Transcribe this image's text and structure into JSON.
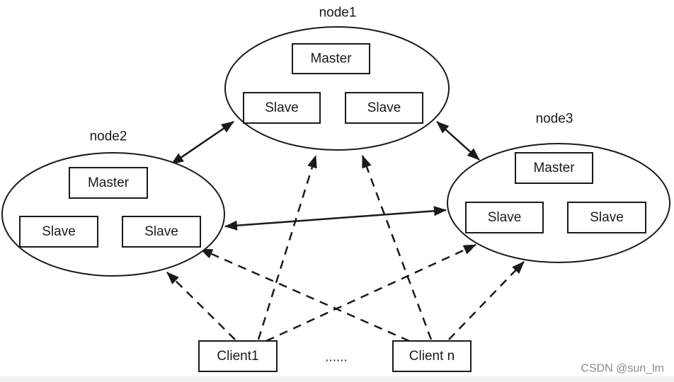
{
  "nodes": {
    "node1": {
      "label": "node1",
      "master": "Master",
      "slaves": [
        "Slave",
        "Slave"
      ]
    },
    "node2": {
      "label": "node2",
      "master": "Master",
      "slaves": [
        "Slave",
        "Slave"
      ]
    },
    "node3": {
      "label": "node3",
      "master": "Master",
      "slaves": [
        "Slave",
        "Slave"
      ]
    }
  },
  "clients": {
    "client1": "Client1",
    "ellipsis": "......",
    "clientn": "Client n"
  },
  "watermark": "CSDN @sun_lm"
}
